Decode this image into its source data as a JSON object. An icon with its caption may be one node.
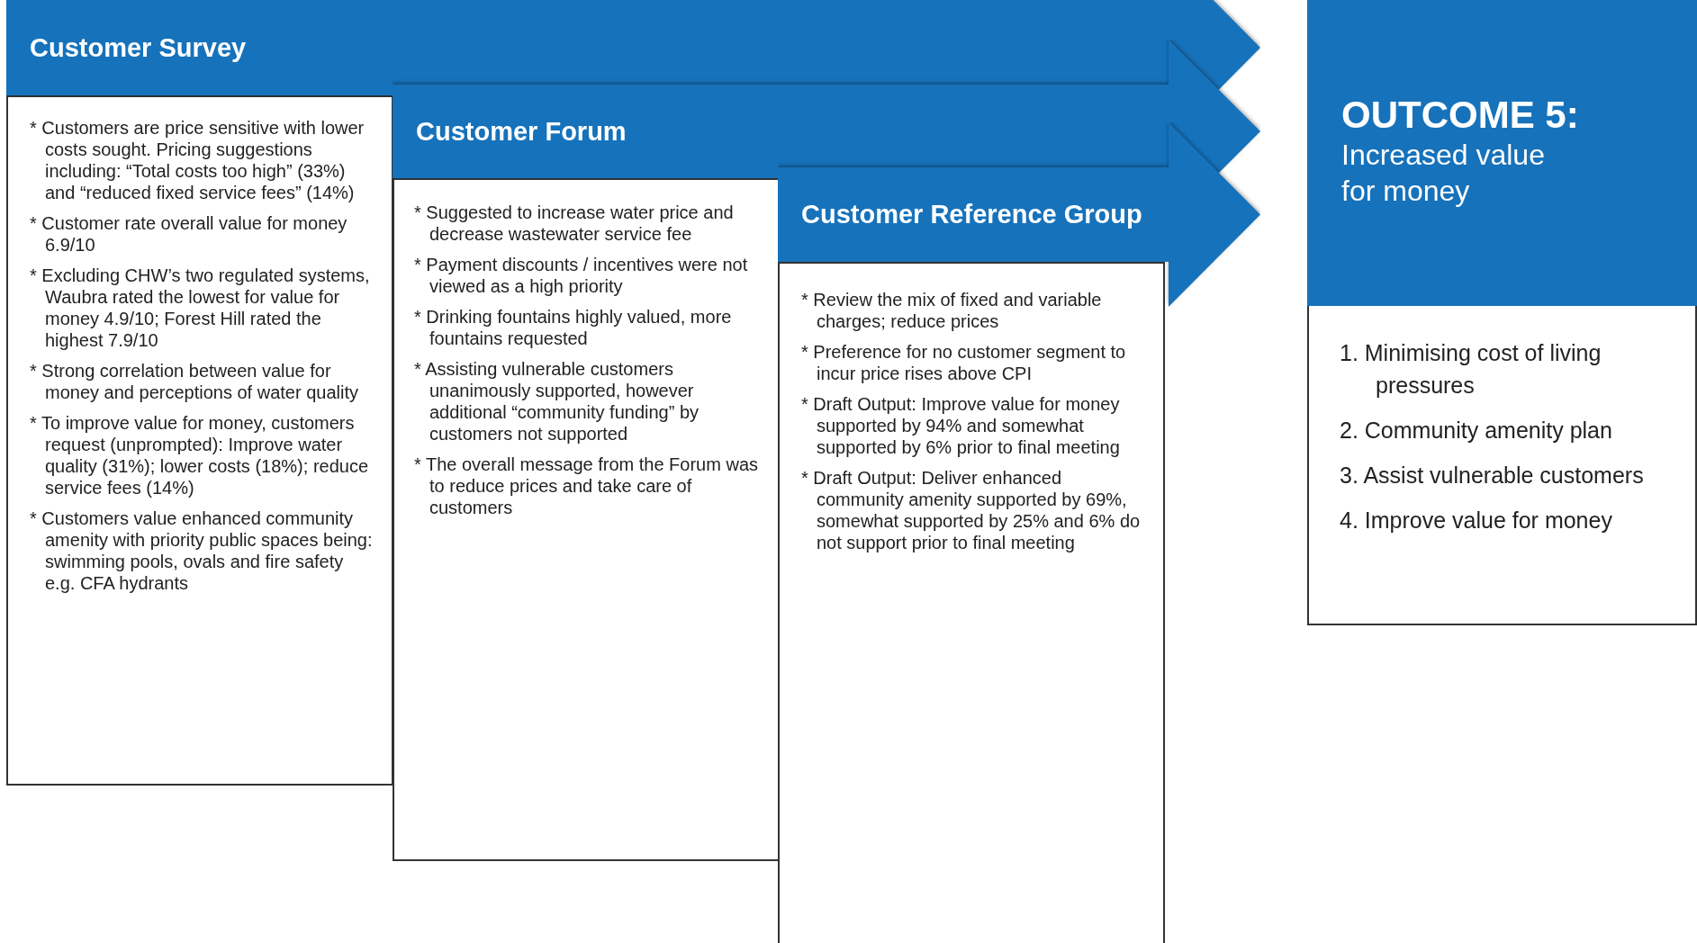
{
  "diagram": {
    "nodes": [
      {
        "text": [
          "Customer Survey"
        ]
      },
      {
        "text": [
          "* Customers are price sensitive with lower costs sought. Pricing suggestions including: “Total costs too high” (33%) and “reduced fixed service fees” (14%)",
          "* Customer rate overall value for money 6.9/10",
          "* Excluding CHW’s two regulated systems, Waubra rated the lowest for value for money 4.9/10; Forest Hill rated the highest 7.9/10",
          "* Strong correlation between value for money and perceptions of water quality",
          "* To improve value for money, customers request (unprompted): Improve water quality (31%); lower costs (18%); reduce service fees (14%)",
          "* Customers value enhanced community amenity with priority public spaces being: swimming pools, ovals and fire safety e.g. CFA hydrants"
        ]
      },
      {
        "text": [
          "Customer Forum"
        ]
      },
      {
        "text": [
          "* Suggested to increase water price and decrease wastewater service fee",
          "* Payment discounts / incentives were not viewed as a high priority",
          "* Drinking fountains highly valued, more fountains requested",
          "* Assisting vulnerable customers unanimously supported, however additional “community funding” by customers not supported",
          "* The overall message from the Forum was to reduce prices and take care of customers"
        ]
      },
      {
        "text": [
          "Customer Reference Group"
        ]
      },
      {
        "text": [
          "* Review the mix of fixed and variable charges; reduce prices",
          "* Preference for no customer segment to incur price rises above CPI",
          "* Draft Output: Improve value for money supported by 94% and somewhat supported by 6% prior to final meeting",
          "* Draft Output: Deliver enhanced community amenity supported by 69%, somewhat supported by 25% and 6% do not support prior to final meeting"
        ]
      },
      {
        "text": [
          "OUTCOME 5:",
          "Increased value for money"
        ]
      },
      {
        "text": [
          "1. Minimising cost of living pressures",
          "2. Community amenity plan",
          "3. Assist vulnerable customers",
          "4. Improve value for money"
        ]
      }
    ]
  }
}
